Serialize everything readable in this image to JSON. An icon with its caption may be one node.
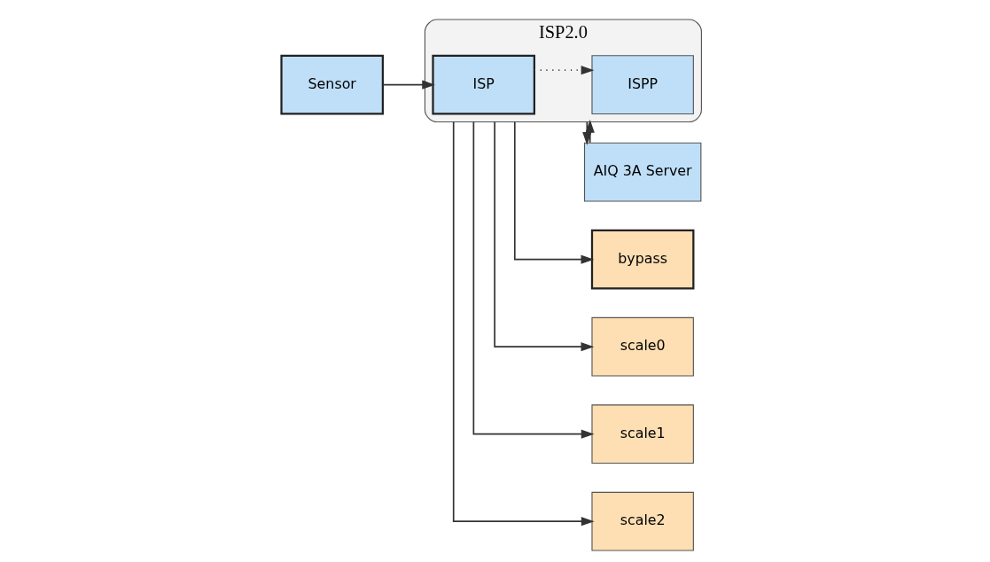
{
  "diagram": {
    "nodes": [
      {
        "text": [
          "ISP2.0"
        ]
      },
      {
        "text": [
          "Sensor"
        ]
      },
      {
        "text": [
          "ISP"
        ],
        "in": 0
      },
      {
        "text": [
          "ISPP"
        ],
        "in": 0
      },
      {
        "text": [
          "AIQ 3A Server"
        ]
      },
      {
        "text": [
          "bypass"
        ]
      },
      {
        "text": [
          "scale0"
        ]
      },
      {
        "text": [
          "scale1"
        ]
      },
      {
        "text": [
          "scale2"
        ]
      }
    ],
    "edges": [
      {
        "from": 1,
        "to": 2,
        "arrow": "to"
      },
      {
        "from": 2,
        "to": 3,
        "arrow": "to",
        "style": "dashed"
      },
      {
        "from": 0,
        "to": 4,
        "arrow": "to"
      },
      {
        "from": 4,
        "to": 0,
        "arrow": "to"
      },
      {
        "from": 0,
        "to": 5,
        "arrow": "to"
      },
      {
        "from": 0,
        "to": 6,
        "arrow": "to"
      },
      {
        "from": 0,
        "to": 7,
        "arrow": "to"
      },
      {
        "from": 0,
        "to": 8,
        "arrow": "to"
      }
    ]
  }
}
